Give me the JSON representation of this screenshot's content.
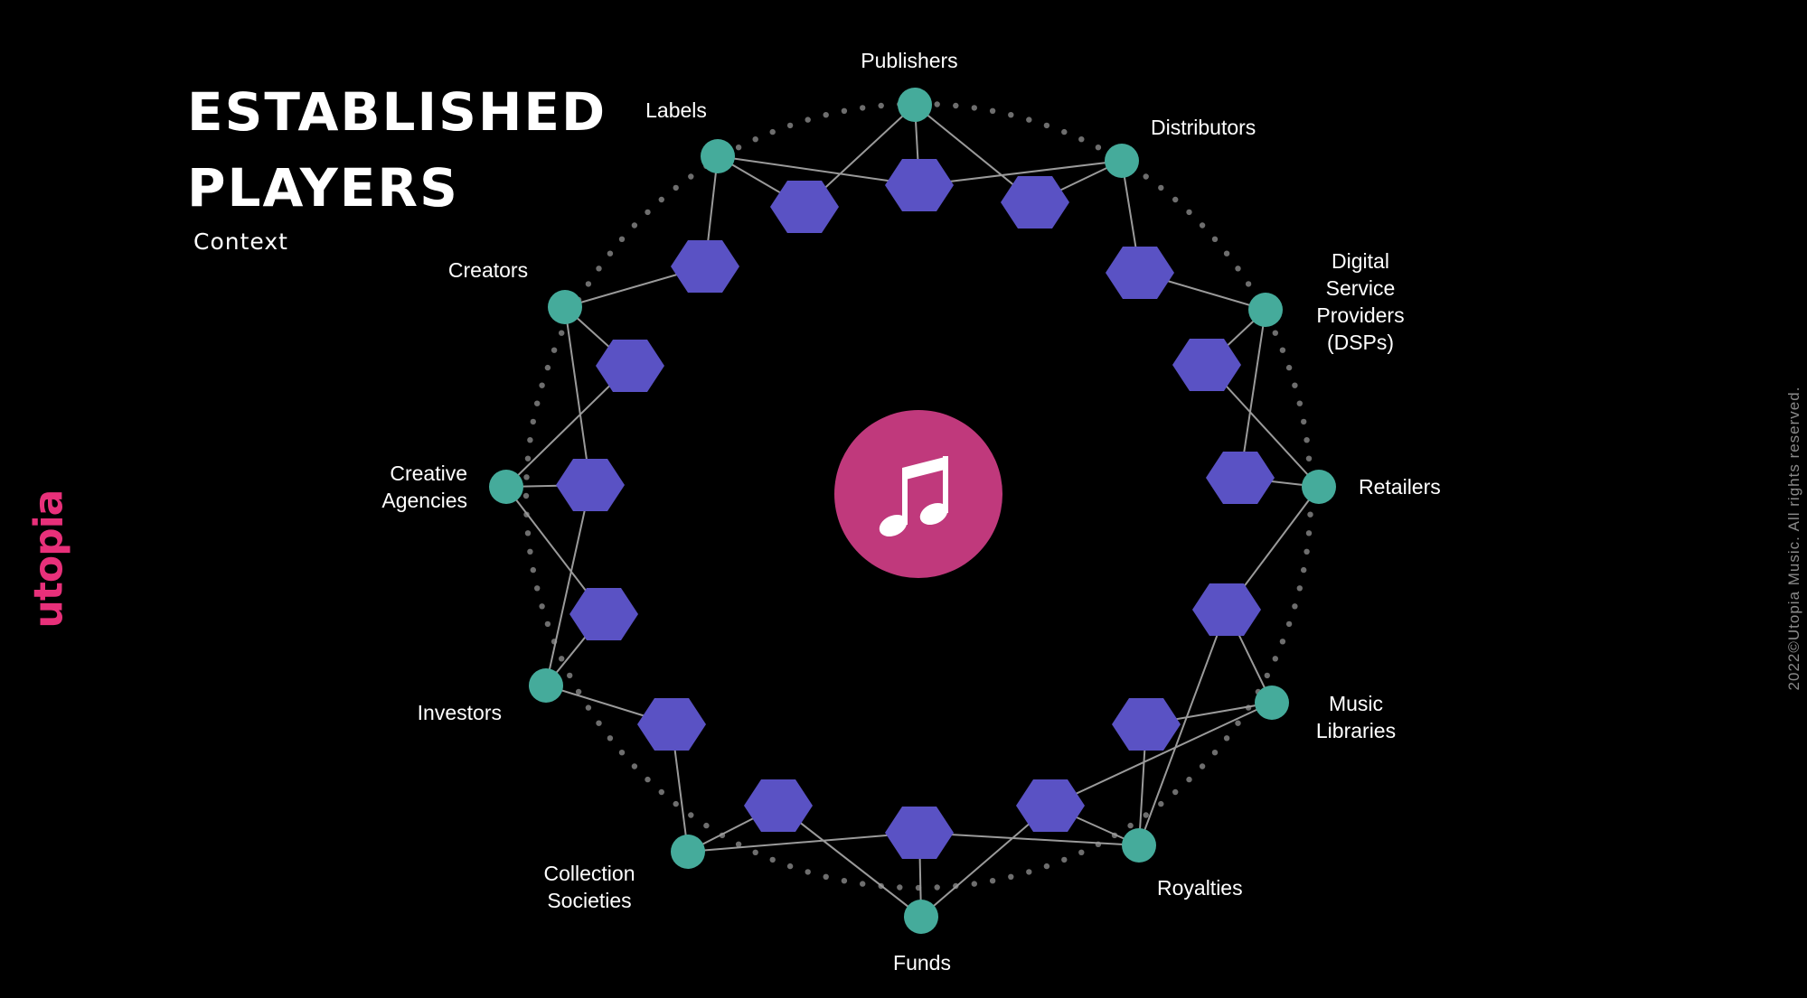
{
  "slide": {
    "title_line1": "ESTABLISHED",
    "title_line2": "PLAYERS",
    "subtitle": "Context",
    "brand": "utopia",
    "copyright": "2022©Utopia Music. All rights reserved."
  },
  "colors": {
    "background": "#000000",
    "node": "#45ab9b",
    "hexagon": "#5a52c4",
    "center": "#c0397c",
    "edge": "#9a9a9a",
    "dots": "#6e6e6e",
    "brand": "#e8307a"
  },
  "center_icon": "music-note-icon",
  "nodes": [
    {
      "id": "publishers",
      "lines": [
        "Publishers"
      ]
    },
    {
      "id": "distributors",
      "lines": [
        "Distributors"
      ]
    },
    {
      "id": "dsps",
      "lines": [
        "Digital",
        "Service",
        "Providers",
        "(DSPs)"
      ]
    },
    {
      "id": "retailers",
      "lines": [
        "Retailers"
      ]
    },
    {
      "id": "music-libraries",
      "lines": [
        "Music",
        "Libraries"
      ]
    },
    {
      "id": "royalties",
      "lines": [
        "Royalties"
      ]
    },
    {
      "id": "funds",
      "lines": [
        "Funds"
      ]
    },
    {
      "id": "collection-societies",
      "lines": [
        "Collection",
        "Societies"
      ]
    },
    {
      "id": "investors",
      "lines": [
        "Investors"
      ]
    },
    {
      "id": "creative-agencies",
      "lines": [
        "Creative",
        "Agencies"
      ]
    },
    {
      "id": "creators",
      "lines": [
        "Creators"
      ]
    },
    {
      "id": "labels",
      "lines": [
        "Labels"
      ]
    }
  ]
}
